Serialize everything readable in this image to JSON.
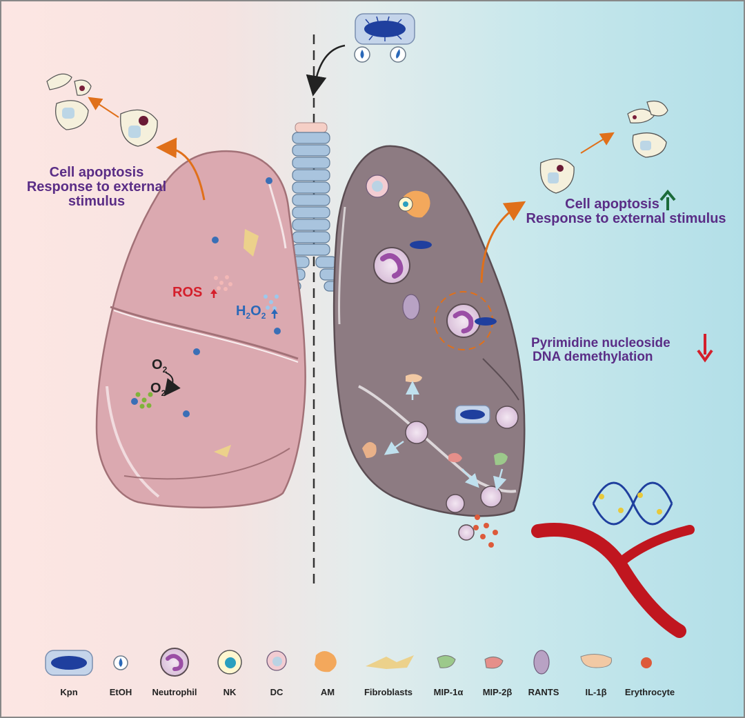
{
  "left_panel": {
    "process_line1": "Cell apoptosis",
    "process_line2": "Response to external",
    "process_line3": "stimulus",
    "ros": "ROS",
    "h2o2_h": "H",
    "h2o2_sub1": "2",
    "h2o2_o": "O",
    "h2o2_sub2": "2",
    "o2_symbol": "O",
    "o2_sub": "2"
  },
  "right_panel": {
    "process_line1": "Cell apoptosis",
    "process_line2": "Response to external stimulus",
    "metabolism_line1": "Pyrimidine nucleoside",
    "metabolism_line2": "DNA demethylation"
  },
  "legend": [
    {
      "label": "Kpn",
      "icon": "bacterium-icon"
    },
    {
      "label": "EtOH",
      "icon": "ethanol-droplet-icon"
    },
    {
      "label": "Neutrophil",
      "icon": "neutrophil-icon"
    },
    {
      "label": "NK",
      "icon": "nk-cell-icon"
    },
    {
      "label": "DC",
      "icon": "dendritic-cell-icon"
    },
    {
      "label": "AM",
      "icon": "alveolar-macrophage-icon"
    },
    {
      "label": "Fibroblasts",
      "icon": "fibroblast-icon"
    },
    {
      "label": "MIP-1α",
      "icon": "mip1a-icon"
    },
    {
      "label": "MIP-2β",
      "icon": "mip2b-icon"
    },
    {
      "label": "RANTS",
      "icon": "rants-icon"
    },
    {
      "label": "IL-1β",
      "icon": "il1b-icon"
    },
    {
      "label": "Erythrocyte",
      "icon": "erythrocyte-icon"
    }
  ],
  "colors": {
    "label_purple": "#5a2d86",
    "ros_red": "#d41f2b",
    "h2o2_blue": "#2a68b8",
    "arrow_orange": "#e0701a",
    "up_arrow_green": "#1c6b3a",
    "down_arrow_red": "#d41f2b",
    "left_lung": "#dba9b0",
    "right_lung": "#8d7b82",
    "vessel_red": "#c0161f",
    "neutrophil_purple": "#9a4ea5"
  }
}
